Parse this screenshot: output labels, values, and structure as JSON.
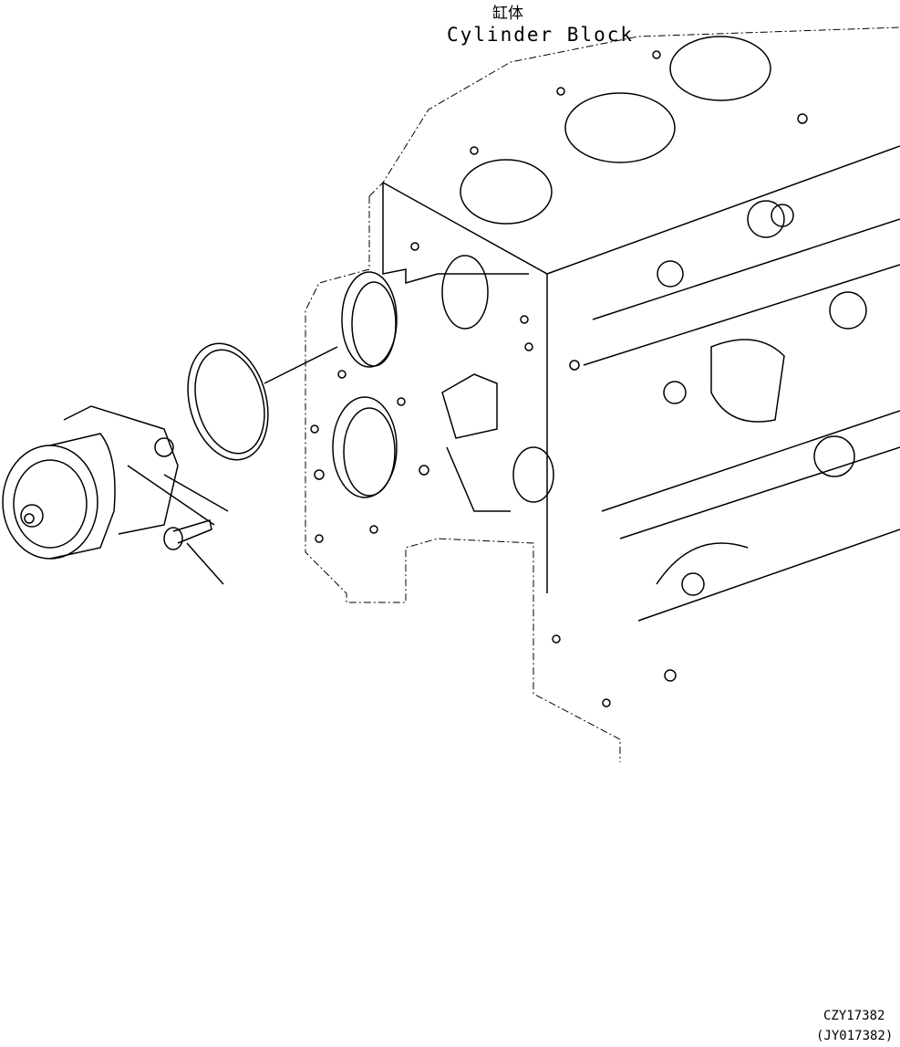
{
  "header": {
    "title_cn": "缸体",
    "title_en": "Cylinder Block"
  },
  "footer": {
    "code": "CZY17382",
    "code_alt": "(JY017382)"
  },
  "parts": [
    "cylinder-block",
    "water-pump",
    "o-ring",
    "bolt"
  ]
}
